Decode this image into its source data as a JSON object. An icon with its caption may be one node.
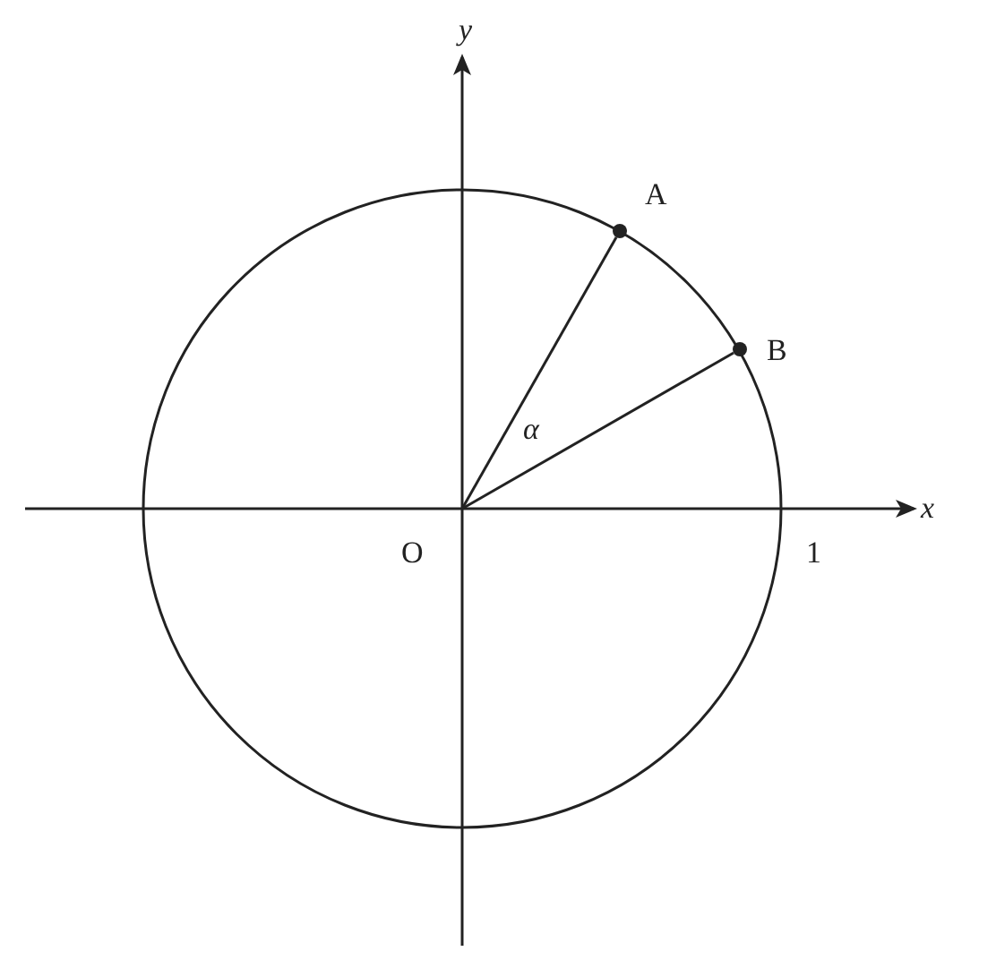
{
  "diagram": {
    "nodes": [
      {
        "text": [
          "O"
        ]
      },
      {
        "text": [
          "A"
        ]
      },
      {
        "text": [
          "B"
        ]
      }
    ],
    "edges": [
      {
        "from": 0,
        "to": 1,
        "arrow": "none"
      },
      {
        "from": 0,
        "to": 2,
        "arrow": "none"
      }
    ],
    "labels": [
      "y",
      "x",
      "1",
      "α"
    ]
  }
}
